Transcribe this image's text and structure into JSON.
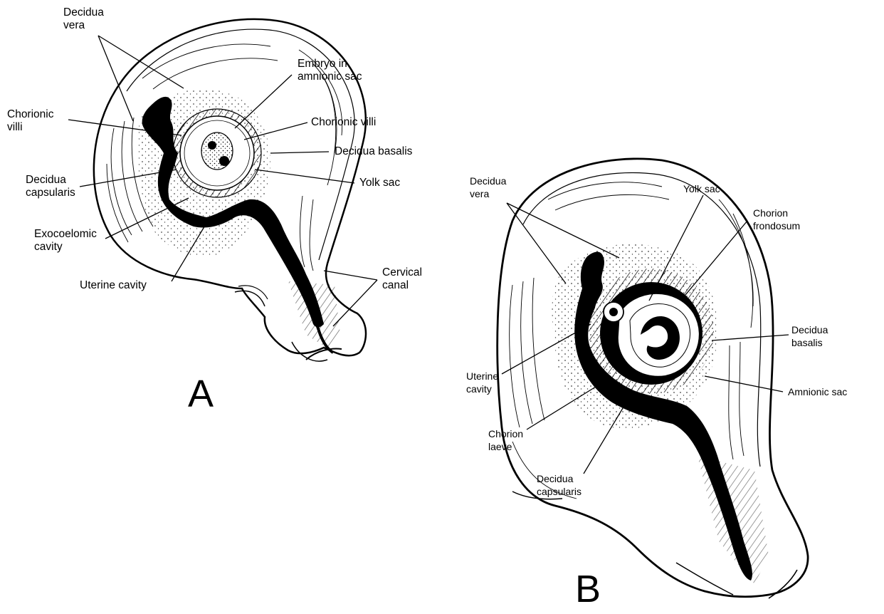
{
  "figure": {
    "panel_a": {
      "letter": "A",
      "labels": {
        "decidua_vera": "Decidua\nvera",
        "embryo": "Embryo in\namnionic sac",
        "chorionic_villi_left": "Chorionic\nvilli",
        "chorionic_villi_right": "Chorionic villi",
        "decidua_basalis": "Decidua basalis",
        "decidua_capsularis": "Decidua\ncapsularis",
        "yolk_sac": "Yolk sac",
        "exocoelomic_cavity": "Exocoelomic\ncavity",
        "uterine_cavity": "Uterine cavity",
        "cervical_canal": "Cervical\ncanal"
      }
    },
    "panel_b": {
      "letter": "B",
      "labels": {
        "decidua_vera": "Decidua\nvera",
        "yolk_sac": "Yolk sac",
        "chorion_frondosum": "Chorion\nfrondosum",
        "decidua_basalis": "Decidua\nbasalis",
        "uterine_cavity": "Uterine\ncavity",
        "amnionic_sac": "Amnionic sac",
        "chorion_laeve": "Chorion\nlaeve",
        "decidua_capsularis": "Decidua\ncapsularis"
      }
    }
  },
  "colors": {
    "ink": "#000000",
    "paper": "#ffffff"
  }
}
